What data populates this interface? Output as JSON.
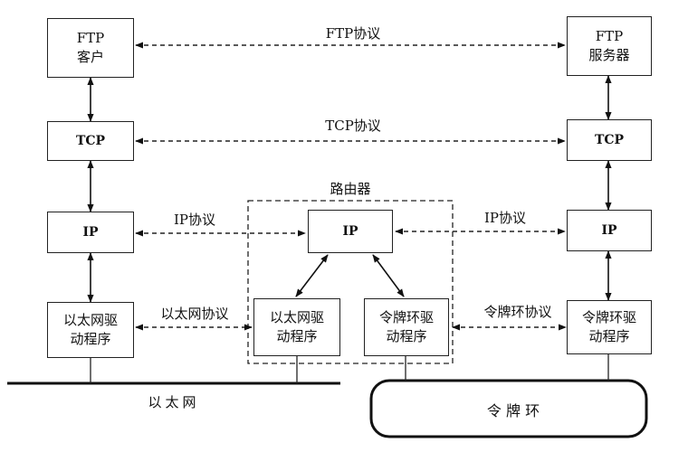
{
  "hosts": {
    "left": {
      "ftp": [
        "FTP",
        "客户"
      ],
      "tcp": "TCP",
      "ip": "IP",
      "driver": [
        "以太网驱",
        "动程序"
      ]
    },
    "right": {
      "ftp": [
        "FTP",
        "服务器"
      ],
      "tcp": "TCP",
      "ip": "IP",
      "driver": [
        "令牌环驱",
        "动程序"
      ]
    }
  },
  "router": {
    "title": "路由器",
    "ip": "IP",
    "eth_driver": [
      "以太网驱",
      "动程序"
    ],
    "tr_driver": [
      "令牌环驱",
      "动程序"
    ]
  },
  "protocols": {
    "ftp": "FTP协议",
    "tcp": "TCP协议",
    "ip_left": "IP协议",
    "ip_right": "IP协议",
    "ethernet": "以太网协议",
    "token_ring": "令牌环协议"
  },
  "networks": {
    "ethernet": "以太网",
    "token_ring": "令 牌 环"
  }
}
